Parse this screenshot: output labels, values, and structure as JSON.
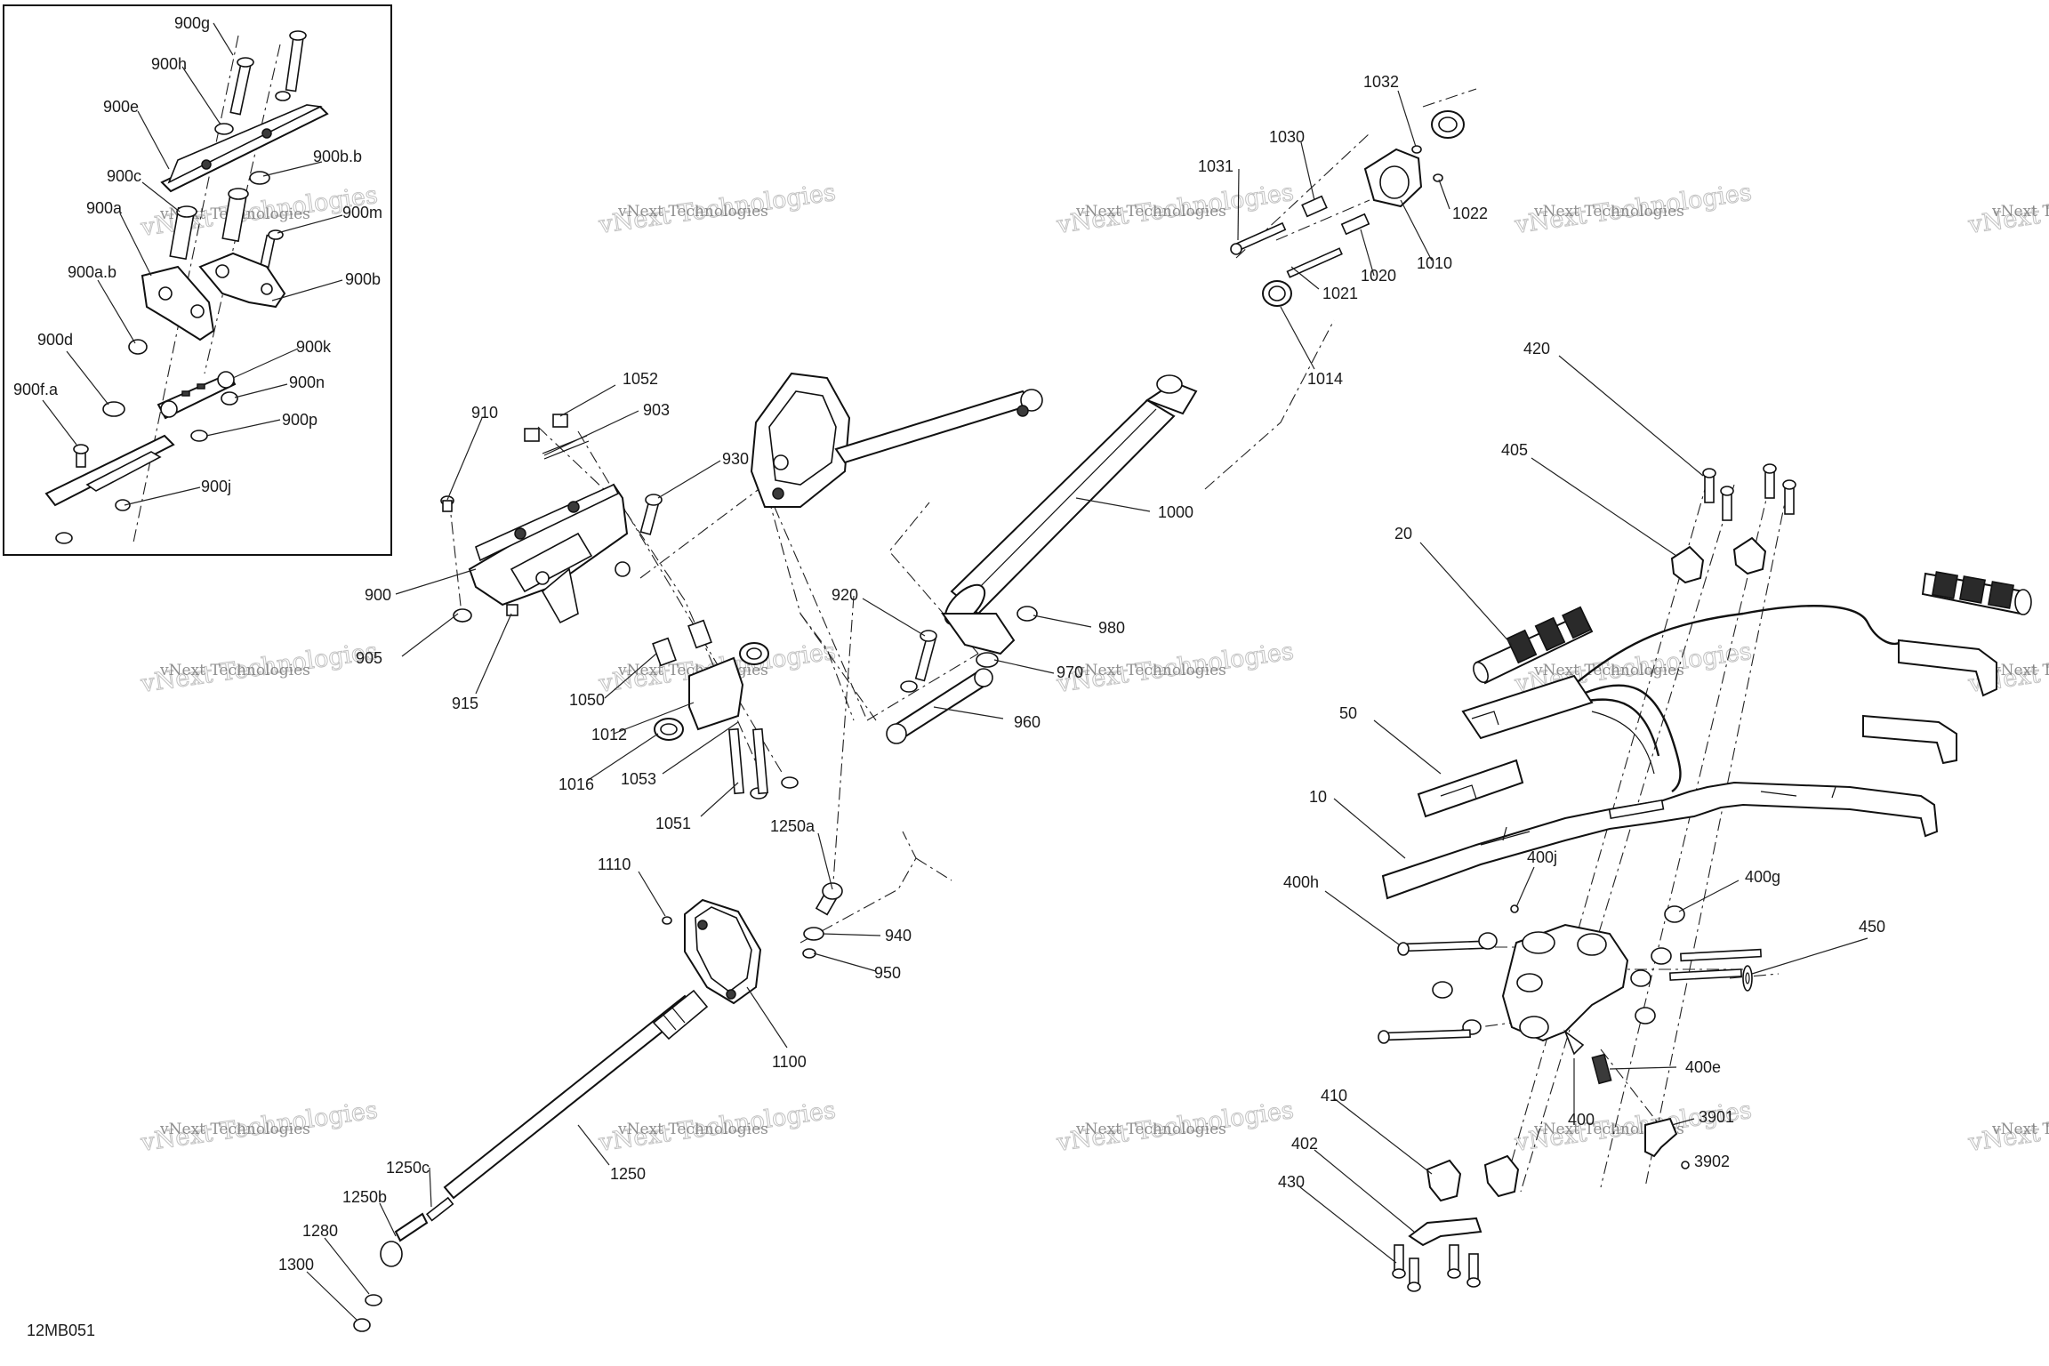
{
  "diagram_id": "12MB051",
  "watermark": {
    "line1": "vNext Technologies",
    "line2": "vNext Technologies"
  },
  "labels": {
    "l900g": "900g",
    "l900h": "900h",
    "l900e": "900e",
    "l900c": "900c",
    "l900bb": "900b.b",
    "l900a": "900a",
    "l900m": "900m",
    "l900ab": "900a.b",
    "l900b": "900b",
    "l900d": "900d",
    "l900k": "900k",
    "l900fa": "900f.a",
    "l900n": "900n",
    "l900p": "900p",
    "l900j": "900j",
    "l910": "910",
    "l1052": "1052",
    "l903": "903",
    "l930": "930",
    "l900": "900",
    "l905": "905",
    "l915": "915",
    "l1050": "1050",
    "l1012": "1012",
    "l1016": "1016",
    "l1053": "1053",
    "l1051": "1051",
    "l920": "920",
    "l980": "980",
    "l970": "970",
    "l960": "960",
    "l1000": "1000",
    "l1032": "1032",
    "l1030": "1030",
    "l1031": "1031",
    "l1022": "1022",
    "l1010": "1010",
    "l1020": "1020",
    "l1021": "1021",
    "l1014": "1014",
    "l1250a": "1250a",
    "l1110": "1110",
    "l940": "940",
    "l950": "950",
    "l1100": "1100",
    "l1250": "1250",
    "l1250c": "1250c",
    "l1250b": "1250b",
    "l1280": "1280",
    "l1300": "1300",
    "l420": "420",
    "l405": "405",
    "l20": "20",
    "l50": "50",
    "l10": "10",
    "l400j": "400j",
    "l400h": "400h",
    "l400g": "400g",
    "l450": "450",
    "l400e": "400e",
    "l400": "400",
    "l3901": "3901",
    "l3902": "3902",
    "l410": "410",
    "l402": "402",
    "l430": "430"
  }
}
